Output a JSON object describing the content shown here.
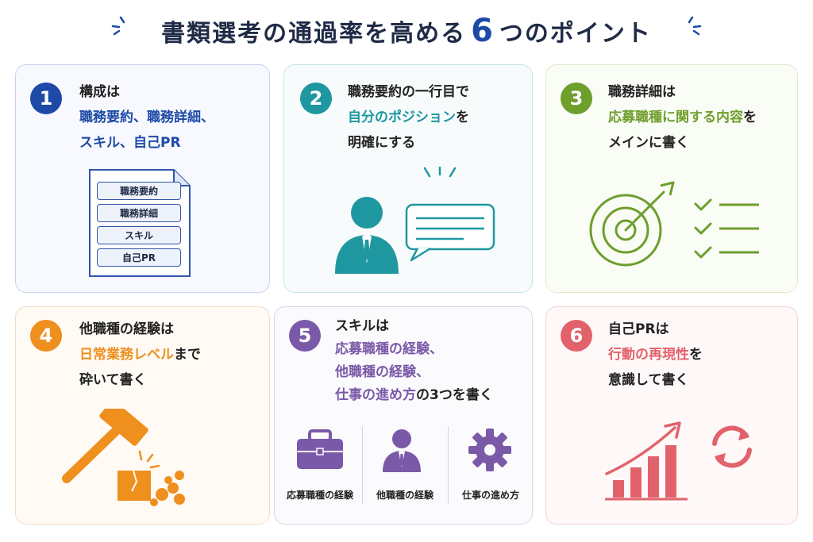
{
  "title": {
    "main": "書類選考の通過率を高める",
    "num": "6",
    "tail": "つのポイント"
  },
  "colors": {
    "blue": "#1d4aa6",
    "teal": "#1f97a0",
    "green": "#6e9e2c",
    "orange": "#ee8f1e",
    "purple": "#7a5aa8",
    "red": "#e2626c"
  },
  "cards": [
    {
      "num": "1",
      "lines": [
        "構成は",
        "職務要約、職務詳細、",
        "スキル、自己PR"
      ],
      "doc_items": [
        "職務要約",
        "職務詳細",
        "スキル",
        "自己PR"
      ]
    },
    {
      "num": "2",
      "line1": "職務要約の一行目で",
      "hl": "自分のポジション",
      "hl_after": "を",
      "line3": "明確にする"
    },
    {
      "num": "3",
      "line1": "職務詳細は",
      "hl": "応募職種に関する内容",
      "hl_after": "を",
      "line3": "メインに書く"
    },
    {
      "num": "4",
      "line1": "他職種の経験は",
      "hl": "日常業務レベル",
      "hl_after": "まで",
      "line3": "砕いて書く"
    },
    {
      "num": "5",
      "line1": "スキルは",
      "hl1": "応募職種の経験、",
      "hl2": "他職種の経験、",
      "hl3": "仕事の進め方",
      "hl3_after": "の3つを書く",
      "icons": [
        "応募職種の経験",
        "他職種の経験",
        "仕事の進め方"
      ]
    },
    {
      "num": "6",
      "line1": "自己PRは",
      "hl": "行動の再現性",
      "hl_after": "を",
      "line3": "意識して書く"
    }
  ]
}
